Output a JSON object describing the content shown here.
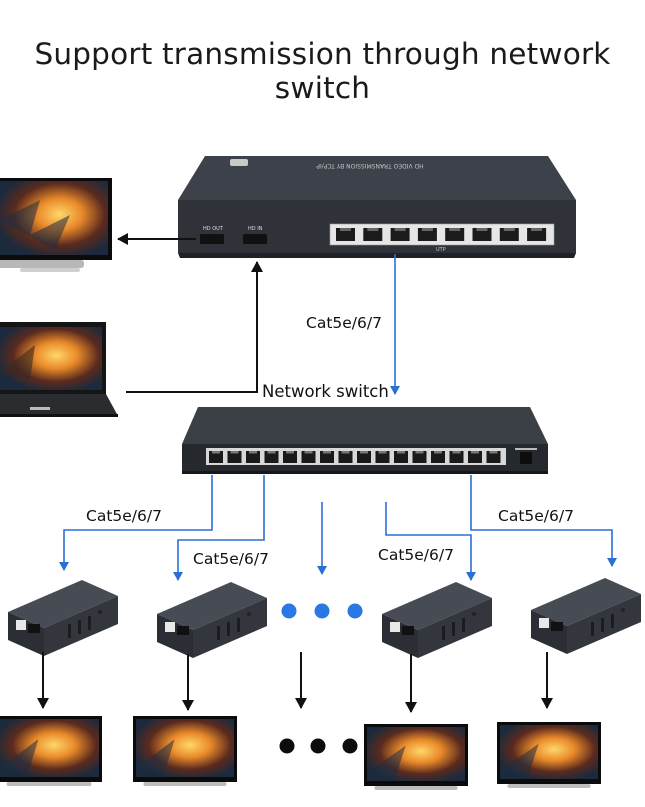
{
  "title": "Support transmission through network switch",
  "labels": {
    "cable_top": "Cat5e/6/7",
    "network_switch": "Network switch",
    "cable_1": "Cat5e/6/7",
    "cable_2": "Cat5e/6/7",
    "cable_3": "Cat5e/6/7",
    "cable_4": "Cat5e/6/7"
  },
  "transmitter": {
    "top_text": "HD VIDEO TRANSMISSION BY TCP/IP",
    "hd_out": "HD OUT",
    "hd_in": "HD IN",
    "utp": "UTP"
  },
  "colors": {
    "cable_blue": "#2a6fd6",
    "dot_blue": "#2a78e4",
    "device_dark": "#3a3f46",
    "arrow_black": "#111111"
  }
}
